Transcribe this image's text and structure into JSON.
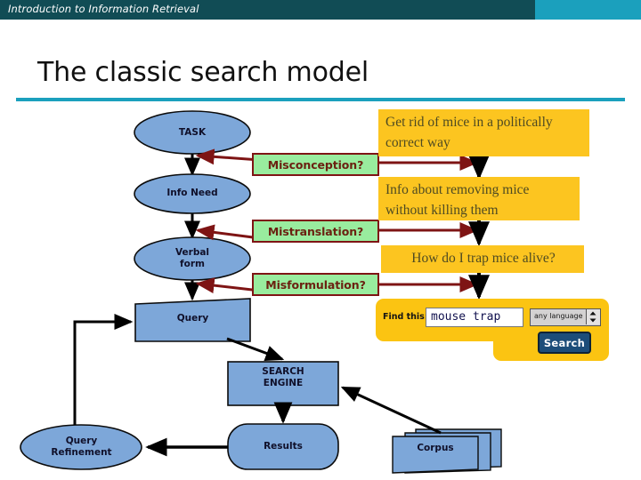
{
  "header": {
    "title": "Introduction to Information Retrieval",
    "band_dark_color": "#114c55",
    "band_light_color": "#1ba0bd"
  },
  "slide": {
    "title": "The classic search model",
    "rule_color": "#1ba0bd"
  },
  "flow_nodes": {
    "task": "TASK",
    "info_need": "Info Need",
    "verbal_form": "Verbal\nform",
    "query": "Query",
    "search_engine": "SEARCH\nENGINE",
    "results": "Results",
    "query_refinement": "Query\nRefinement",
    "corpus": "Corpus"
  },
  "error_boxes": [
    {
      "label": "Misconception?"
    },
    {
      "label": "Mistranslation?"
    },
    {
      "label": "Misformulation?"
    }
  ],
  "examples": [
    {
      "text": "Get rid of mice in a\npolitically correct way"
    },
    {
      "text": "Info about removing mice\nwithout killing them"
    },
    {
      "text": "How do I trap mice alive?"
    }
  ],
  "search_widget": {
    "find_label": "Find this:",
    "query_value": "mouse trap",
    "query_placeholder": "",
    "language_selected": "any language",
    "search_button": "Search"
  },
  "colors": {
    "node_fill": "#7da7d9",
    "node_stroke": "#0b0b0b",
    "error_fill": "#99ec9e",
    "error_stroke": "#7e1414",
    "example_fill": "#fcc520",
    "example_text": "#4e4a22",
    "arrow_dark": "#000000",
    "arrow_red": "#7e1414"
  }
}
